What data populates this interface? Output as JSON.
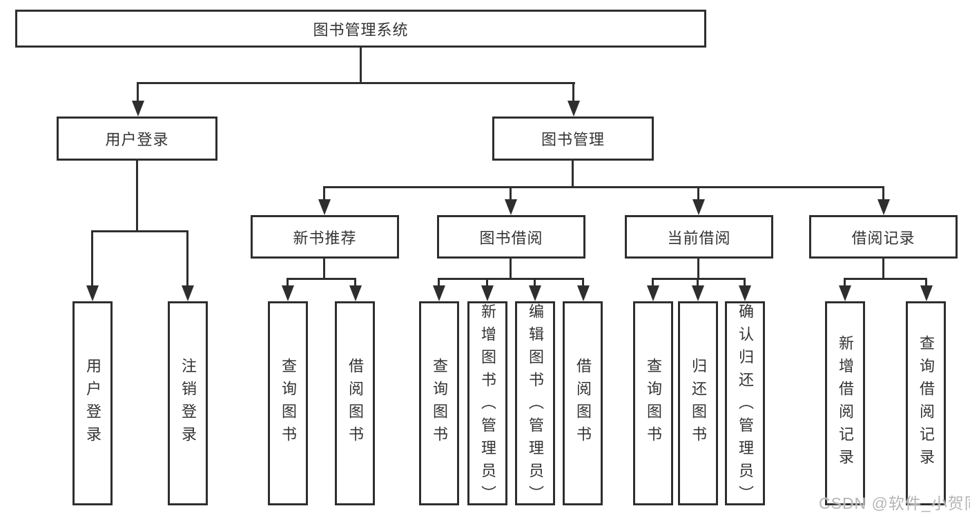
{
  "colors": {
    "line": "#2e2e2e",
    "text": "#333333",
    "background": "#ffffff",
    "watermark_gray": "#b5b5b5"
  },
  "nodes": {
    "root": "图书管理系统",
    "level2": [
      {
        "label": "用户登录"
      },
      {
        "label": "图书管理"
      }
    ],
    "level3": [
      {
        "label": "新书推荐",
        "parent": "图书管理"
      },
      {
        "label": "图书借阅",
        "parent": "图书管理"
      },
      {
        "label": "当前借阅",
        "parent": "图书管理"
      },
      {
        "label": "借阅记录",
        "parent": "图书管理"
      }
    ],
    "leaves": [
      {
        "label": "用户登录",
        "parent": "用户登录"
      },
      {
        "label": "注销登录",
        "parent": "用户登录"
      },
      {
        "label": "查询图书",
        "parent": "新书推荐"
      },
      {
        "label": "借阅图书",
        "parent": "新书推荐"
      },
      {
        "label": "查询图书",
        "parent": "图书借阅"
      },
      {
        "label": "新增图书（管理员）",
        "parent": "图书借阅"
      },
      {
        "label": "编辑图书（管理员）",
        "parent": "图书借阅"
      },
      {
        "label": "借阅图书",
        "parent": "图书借阅"
      },
      {
        "label": "查询图书",
        "parent": "当前借阅"
      },
      {
        "label": "归还图书",
        "parent": "当前借阅"
      },
      {
        "label": "确认归还（管理员）",
        "parent": "当前借阅"
      },
      {
        "label": "新增借阅记录",
        "parent": "借阅记录"
      },
      {
        "label": "查询借阅记录",
        "parent": "借阅记录"
      }
    ]
  },
  "watermark": {
    "text": "CSDN @软件_小贺同学"
  }
}
